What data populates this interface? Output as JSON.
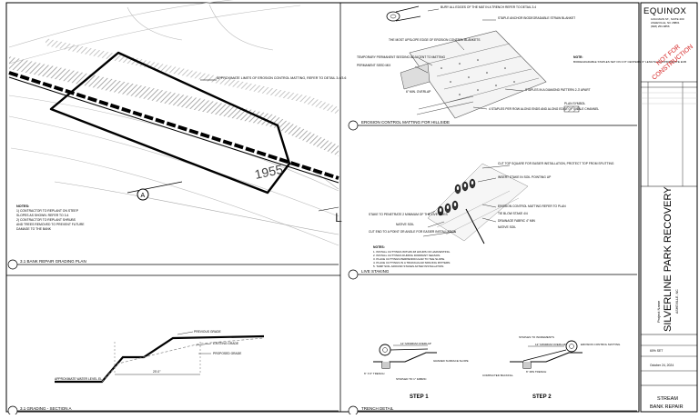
{
  "title_block": {
    "company": "EQUINOX",
    "address_lines": [
      "1234 MAIN ST., SUITE 200",
      "ASHEVILLE, NC 28801",
      "(828) 253-6856"
    ],
    "stamp": [
      "NOT FOR",
      "CONSTRUCTION"
    ],
    "project_prefix": "Project Name",
    "project_name": "SILVERLINE PARK RECOVERY",
    "project_location": "ASHEVILLE, NC",
    "sheet_set": "60% SET",
    "date": "October 24, 2024",
    "sheet_title_1": "STREAM",
    "sheet_title_2": "BANK REPAIR"
  },
  "plan": {
    "title": "3.1 BANK REPAIR GRADING PLAN",
    "contour_label": "1955",
    "callout_top": "APPROXIMATE LIMITS OF EROSION CONTROL MATTING, REFER TO DETAIL 3.4/3.6",
    "section_marker": "A",
    "notes_title": "NOTES:",
    "notes": [
      "1) CONTRACTOR TO REPLANT ON STEEP",
      "SLOPES AS SHOWN. REFER TO 3.4",
      "2) CONTRACTOR TO REPLANT SHRUBS",
      "AND TREES REMOVED TO PREVENT FUTURE",
      "DAMAGE TO THE BANK"
    ]
  },
  "erosion_detail": {
    "title": "EROSION CONTROL MATTING FOR HILLSIDE",
    "labels": [
      "BURY ALL EDGES OF THE MAT IN A TRENCH REFER TO DETAIL 3.4",
      "STAPLE ANCHOR BIODEGRADABLE STRAW BLANKET",
      "THE MOST UPSLOPE EDGE OF EROSION CONTROL BLANKETS",
      "TEMPORARY PERMANENT SEEDING ADJACENT TO MATTING",
      "PERMANENT SEED MIX",
      "6\" MIN. OVERLAP",
      "STAPLES IN A DIAMOND PATTERN 2-3' APART",
      "4 STAPLES PER ROW ALONG ENDS AND ALONG EDGE OF SWALE CHANNEL",
      "PLAN SYMBOL"
    ],
    "note_title": "NOTE:",
    "note": "BIODEGRADABLE STAPLES SET ON 3 FT CENTERS, 6\" LENGTH IN APPROPRIATE ECB"
  },
  "live_staking": {
    "title": "LIVE STAKING",
    "labels": [
      "CUT TOP SQUARE FOR EASIER INSTALLATION, PROTECT TOP FROM SPLITTING",
      "INSERT STAKE IN SOIL POINTING UP",
      "STAKE TO PENETRATE 2 MINIMUM OF THE LIVE SIDES",
      "NATIVE SOIL",
      "CUT END TO A POINT OR ANGLE FOR EASIER INSTALLATION",
      "EROSION CONTROL MATTING REFER TO PLAN",
      "TIE BLOW STAKE 4/4",
      "DRAINAGE FABRIC 4\" MIN",
      "NATIVE SOIL"
    ],
    "notes_title": "NOTES:",
    "notes": [
      "1. INSTALL CUTTINGS WITHIN 48 HOURS OF HARVESTING.",
      "2. INSTALL CUTTINGS DURING DORMANT SEASON.",
      "3. PLACE CUTTINGS PERPENDICULAR TO THE SLOPE.",
      "4. PLACE CUTTINGS IN A TRIANGULAR SPACING PATTERN.",
      "5. TAMP SOIL AROUND STAKES AFTER INSTALLATION."
    ]
  },
  "section": {
    "title": "3.1 GRADING - SECTION A",
    "labels": [
      "PREVIOUS GRADE",
      "EXISTING GRADE",
      "PROPOSED GRADE",
      "APPROXIMATE WATER LEVEL EL"
    ],
    "dimension": "20'-0\""
  },
  "trench": {
    "title": "TRENCH DETAIL",
    "step1": "STEP 1",
    "step2": "STEP 2",
    "labels_step1": [
      "12\" MINIMUM OVERLAP",
      "6\" X 6\" TRENCH",
      "GRADED SURFACE SLOPE",
      "STAPLED TO 1\" FABRIC"
    ],
    "labels_step2": [
      "STAPLES TO INCREMENTS",
      "12\" MINIMUM OVERLAP",
      "EROSION CONTROL MATTING",
      "COMPACTED BACKFILL",
      "6\" MIN TRENCH"
    ]
  }
}
